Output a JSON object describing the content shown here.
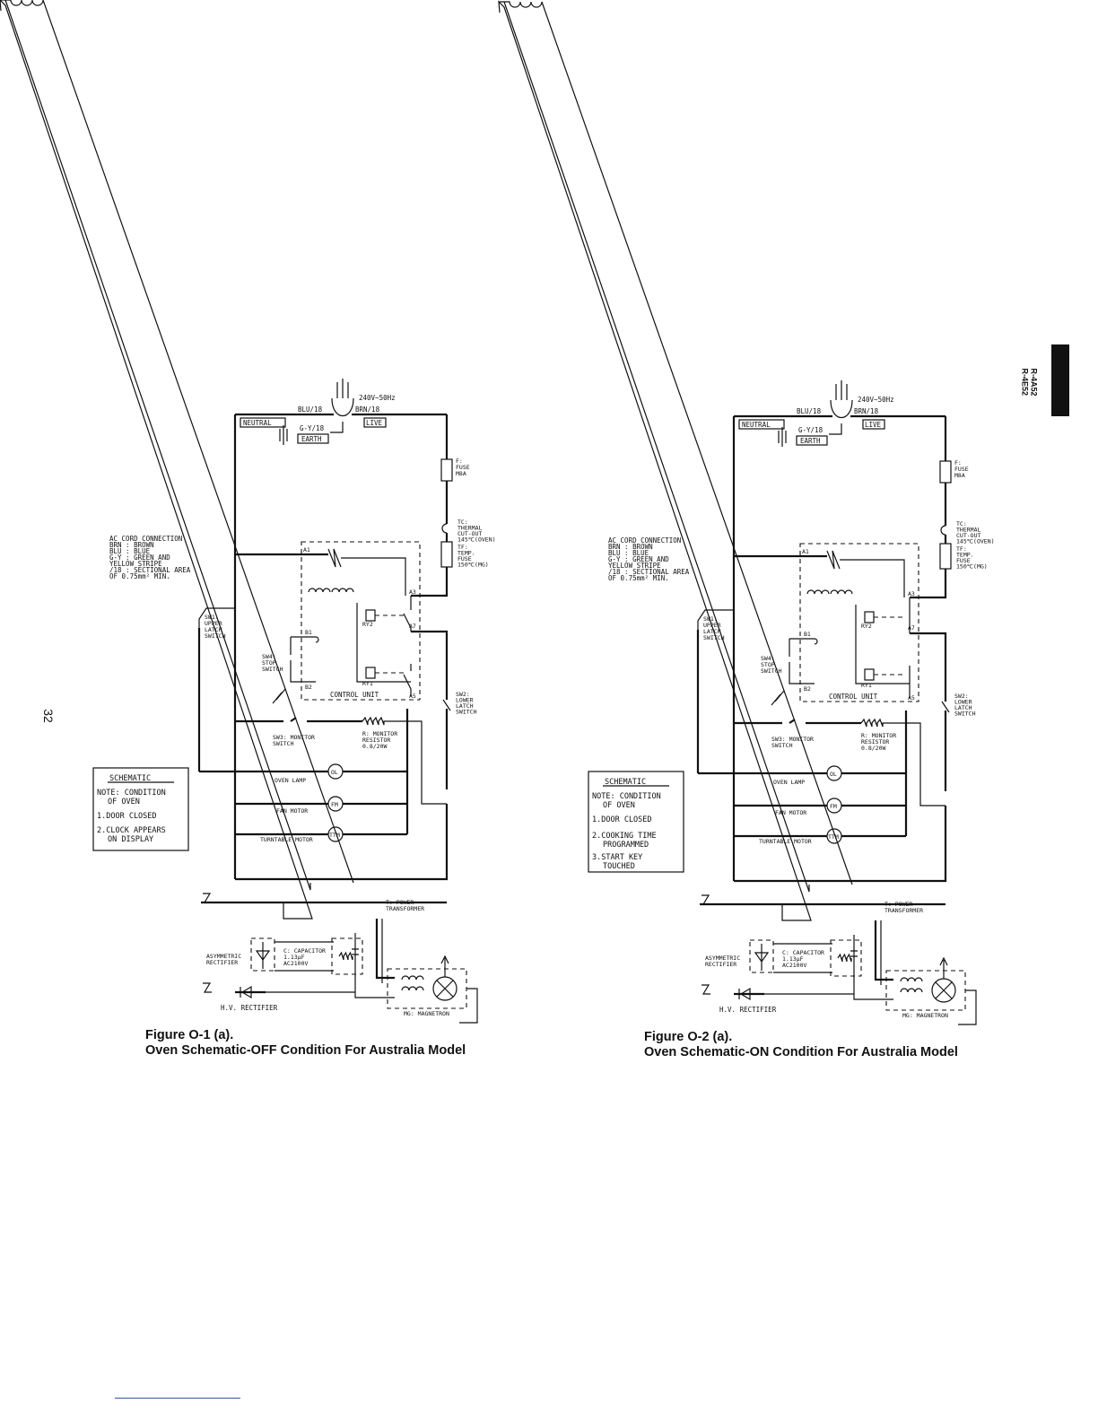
{
  "side_tab": {
    "model_codes": [
      "R-4A52",
      "R-4E52"
    ]
  },
  "page_number": "32",
  "common_labels": {
    "supply": "240V~50Hz",
    "blu_18": "BLU/18",
    "brn_18": "BRN/18",
    "neutral": "NEUTRAL",
    "live": "LIVE",
    "gy_18": "G-Y/18",
    "earth": "EARTH",
    "fuse": [
      "F:",
      "FUSE",
      "M8A"
    ],
    "thermal": [
      "TC:",
      "THERMAL",
      "CUT-OUT",
      "145℃(OVEN)"
    ],
    "tempfuse": [
      "TF:",
      "TEMP.",
      "FUSE",
      "150℃(MG)"
    ],
    "ac_cord": [
      "AC CORD CONNECTION",
      "BRN : BROWN",
      "BLU : BLUE",
      "G-Y : GREEN AND",
      "YELLOW STRIPE",
      "/18 : SECTIONAL AREA",
      "OF 0.75mm² MIN."
    ],
    "sw1": [
      "SW1:",
      "UPPER",
      "LATCH",
      "SWITCH"
    ],
    "sw4": [
      "SW4:",
      "STOP",
      "SWITCH"
    ],
    "sw2": [
      "SW2:",
      "LOWER",
      "LATCH",
      "SWITCH"
    ],
    "sw3": [
      "SW3: MONITOR",
      "SWITCH"
    ],
    "monitor_res": [
      "R: MONITOR",
      "RESISTOR",
      "0.8/20W"
    ],
    "a1": "A1",
    "a3": "A3",
    "a7": "A7",
    "a5": "A5",
    "b1": "B1",
    "b2": "B2",
    "ry2": "RY2",
    "ry1": "RY1",
    "control_unit": "CONTROL UNIT",
    "oven_lamp": "OVEN LAMP",
    "fan_motor": "FAN MOTOR",
    "turntable_motor": "TURNTABLE MOTOR",
    "ol": "OL",
    "fm": "FM",
    "ttm": "TTM",
    "transformer": [
      "T: POWER",
      "TRANSFORMER"
    ],
    "asym_rect": [
      "ASYMMETRIC",
      "RECTIFIER"
    ],
    "capacitor": [
      "C: CAPACITOR",
      "1.13μF",
      "AC2100V"
    ],
    "hv_rect": "H.V. RECTIFIER",
    "magnetron": "MG: MAGNETRON"
  },
  "figures": [
    {
      "schematic_box": {
        "title": "SCHEMATIC",
        "lines": [
          "NOTE: CONDITION",
          "OF OVEN",
          "1.DOOR CLOSED",
          "2.CLOCK APPEARS",
          "ON DISPLAY"
        ]
      },
      "caption_line1": "Figure O-1 (a).",
      "caption_line2": "Oven Schematic-OFF Condition For Australia Model"
    },
    {
      "schematic_box": {
        "title": "SCHEMATIC",
        "lines": [
          "NOTE: CONDITION",
          "OF OVEN",
          "1.DOOR CLOSED",
          "2.COOKING TIME",
          "PROGRAMMED",
          "3.START KEY",
          "TOUCHED"
        ]
      },
      "caption_line1": "Figure O-2 (a).",
      "caption_line2": "Oven Schematic-ON Condition For Australia Model"
    }
  ]
}
